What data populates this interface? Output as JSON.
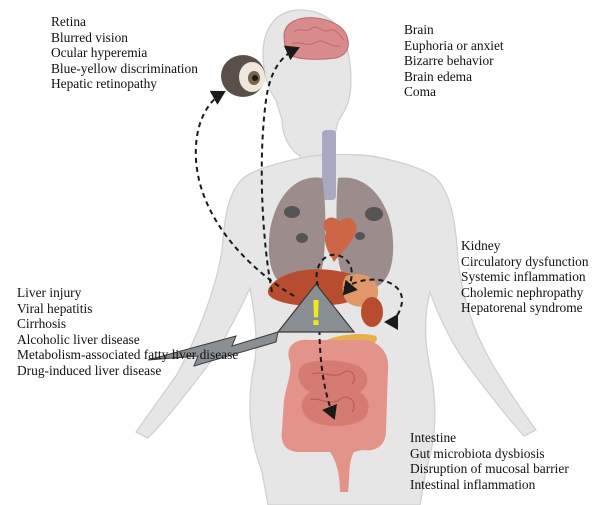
{
  "groups": {
    "retina": [
      "Retina",
      "Blurred vision",
      "Ocular hyperemia",
      "Blue-yellow discrimination",
      "Hepatic retinopathy"
    ],
    "brain": [
      "Brain",
      "Euphoria or anxiet",
      "Bizarre behavior",
      "Brain edema",
      "Coma"
    ],
    "kidney": [
      "Kidney",
      "Circulatory dysfunction",
      "Systemic inflammation",
      "Cholemic nephropathy",
      "Hepatorenal syndrome"
    ],
    "liver": [
      "Liver injury",
      "Viral hepatitis",
      "Cirrhosis",
      "Alcoholic liver disease",
      "Metabolism-associated fatty liver disease",
      "Drug-induced liver disease"
    ],
    "intestine": [
      "Intestine",
      "Gut microbiota dysbiosis",
      "Disruption of mucosal barrier",
      "Intestinal inflammation"
    ]
  },
  "warning_symbol": "!",
  "colors": {
    "body": "#e6e6e6",
    "body_outline": "#cfcfcf",
    "brain": "#d98a8a",
    "lung": "#9c8c8c",
    "lung_spot": "#555555",
    "heart": "#cc6644",
    "liver": "#b84c2e",
    "kidney": "#b84c2e",
    "stomach": "#e0986a",
    "pancreas": "#e6b04a",
    "intestine": "#e3938a",
    "trachea": "#a9a9c2",
    "warning_triangle": "#8a8f93",
    "warning_mark": "#f0ea1c",
    "arrow": "#1a1a1a"
  },
  "icons": [
    "eye-icon",
    "warning-triangle-icon",
    "lightning-bolt-icon"
  ]
}
